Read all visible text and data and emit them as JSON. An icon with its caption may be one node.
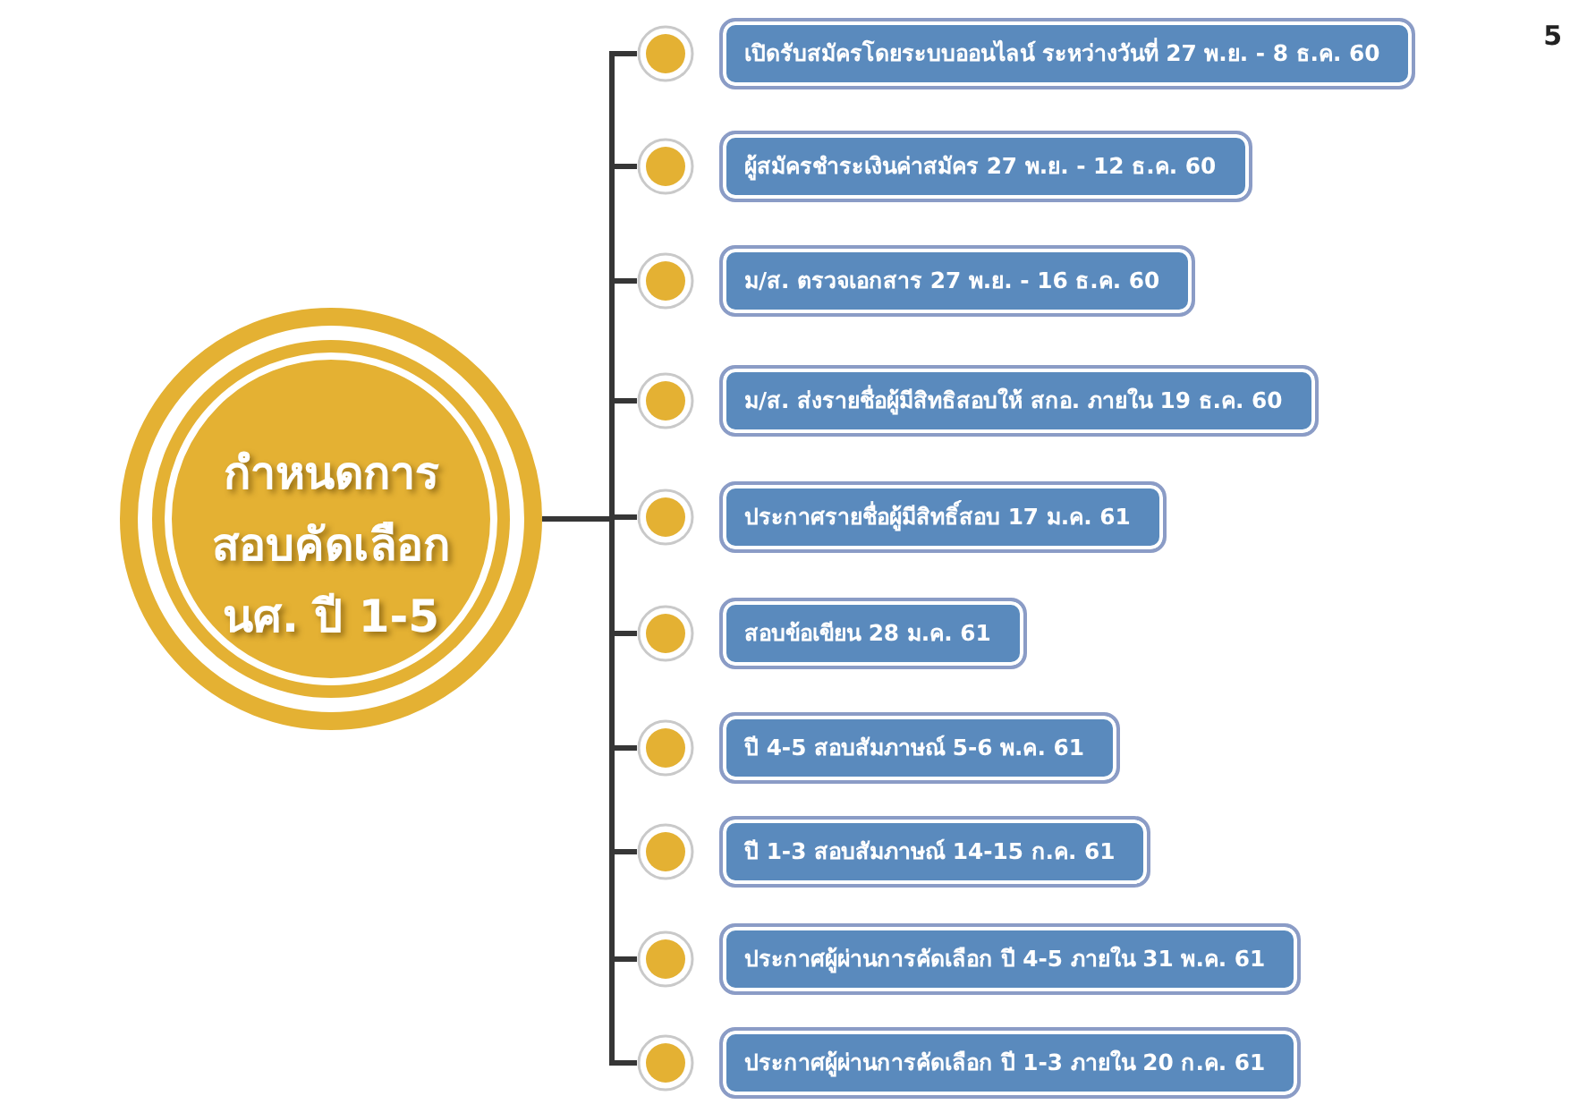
{
  "diagram": {
    "nodes": [
      {
        "text": [
          "กำหนดการสอบคัดเลือก นศ. ปี 1-5"
        ]
      },
      {
        "text": [],
        "shape": "circle"
      },
      {
        "text": [],
        "shape": "circle"
      },
      {
        "text": [],
        "shape": "circle"
      },
      {
        "text": [],
        "shape": "circle"
      },
      {
        "text": [],
        "shape": "circle"
      },
      {
        "text": [],
        "shape": "circle"
      },
      {
        "text": [],
        "shape": "circle"
      },
      {
        "text": [],
        "shape": "circle"
      },
      {
        "text": [],
        "shape": "circle"
      },
      {
        "text": [],
        "shape": "circle"
      },
      {
        "text": [
          "เปิดรับสมัครโดยระบบออนไลน์ ระหว่างวันที่ 27 พ.ย. - 8 ธ.ค. 60"
        ]
      },
      {
        "text": [
          "ผู้สมัครชำระเงินค่าสมัคร 27 พ.ย. - 12 ธ.ค. 60"
        ]
      },
      {
        "text": [
          "ม/ส. ตรวจเอกสาร 27 พ.ย. - 16 ธ.ค. 60"
        ]
      },
      {
        "text": [
          "ม/ส. ส่งรายชื่อผู้มีสิทธิสอบให้ สกอ. ภายใน 19 ธ.ค. 60"
        ]
      },
      {
        "text": [
          "ประกาศรายชื่อผู้มีสิทธิ์สอบ 17 ม.ค. 61"
        ]
      },
      {
        "text": [
          "สอบข้อเขียน 28 ม.ค. 61"
        ]
      },
      {
        "text": [
          "ปี 4-5 สอบสัมภาษณ์ 5-6 พ.ค. 61"
        ]
      },
      {
        "text": [
          "ปี 1-3 สอบสัมภาษณ์ 14-15 ก.ค. 61"
        ]
      },
      {
        "text": [
          "ประกาศผู้ผ่านการคัดเลือก ปี 4-5 ภายใน 31 พ.ค. 61"
        ]
      },
      {
        "text": [
          "ประกาศผู้ผ่านการคัดเลือก ปี 1-3 ภายใน 20 ก.ค. 61"
        ]
      }
    ],
    "edges": [
      {
        "from": 0,
        "to": 1,
        "arrow": "none"
      },
      {
        "from": 0,
        "to": 2,
        "arrow": "none"
      },
      {
        "from": 0,
        "to": 3,
        "arrow": "none"
      },
      {
        "from": 0,
        "to": 4,
        "arrow": "none"
      },
      {
        "from": 0,
        "to": 5,
        "arrow": "none"
      },
      {
        "from": 0,
        "to": 6,
        "arrow": "none"
      },
      {
        "from": 0,
        "to": 7,
        "arrow": "none"
      },
      {
        "from": 0,
        "to": 8,
        "arrow": "none"
      },
      {
        "from": 0,
        "to": 9,
        "arrow": "none"
      },
      {
        "from": 0,
        "to": 10,
        "arrow": "none"
      }
    ],
    "labels": [
      "5"
    ]
  }
}
